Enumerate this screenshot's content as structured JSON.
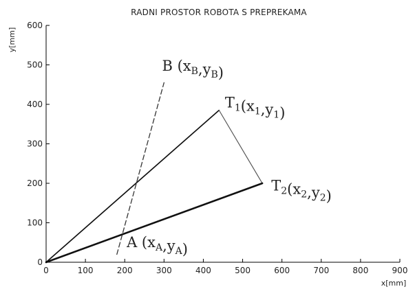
{
  "chart_data": {
    "type": "line",
    "title": "RADNI PROSTOR ROBOTA S PREPREKAMA",
    "xlabel": "x[mm]",
    "ylabel": "y[mm]",
    "xlim": [
      0,
      900
    ],
    "ylim": [
      0,
      600
    ],
    "xticks": [
      0,
      100,
      200,
      300,
      400,
      500,
      600,
      700,
      800,
      900
    ],
    "yticks": [
      0,
      100,
      200,
      300,
      400,
      500,
      600
    ],
    "grid": false,
    "series": [
      {
        "name": "",
        "style": "solid",
        "x": [
          0,
          440
        ],
        "y": [
          0,
          385
        ]
      },
      {
        "name": "",
        "style": "solid",
        "x": [
          440,
          550
        ],
        "y": [
          385,
          200
        ]
      },
      {
        "name": "",
        "style": "bold",
        "x": [
          0,
          550
        ],
        "y": [
          0,
          200
        ]
      },
      {
        "name": "",
        "style": "dashed",
        "x": [
          180,
          300
        ],
        "y": [
          20,
          455
        ]
      }
    ],
    "annotations": [
      {
        "base": "B",
        "open": " (",
        "a": "x",
        "a_sub": "B",
        "comma": ",",
        "b": "y",
        "b_sub": "B",
        "close": ")",
        "at": [
          295,
          485
        ]
      },
      {
        "base": "T",
        "base_sub": "1",
        "open": "(",
        "a": "x",
        "a_sub": "1",
        "comma": ",",
        "b": "y",
        "b_sub": "1",
        "close": ")",
        "at": [
          455,
          392
        ]
      },
      {
        "base": "T",
        "base_sub": "2",
        "open": "(",
        "a": "x",
        "a_sub": "2",
        "comma": ",",
        "b": "y",
        "b_sub": "2",
        "close": ")",
        "at": [
          573,
          182
        ]
      },
      {
        "base": "A",
        "open": " (",
        "a": "x",
        "a_sub": "A",
        "comma": ",",
        "b": "y",
        "b_sub": "A",
        "close": ")",
        "at": [
          205,
          38
        ]
      }
    ]
  },
  "colors": {
    "line": "#111111",
    "edge": "#333333",
    "axis": "#000000"
  }
}
